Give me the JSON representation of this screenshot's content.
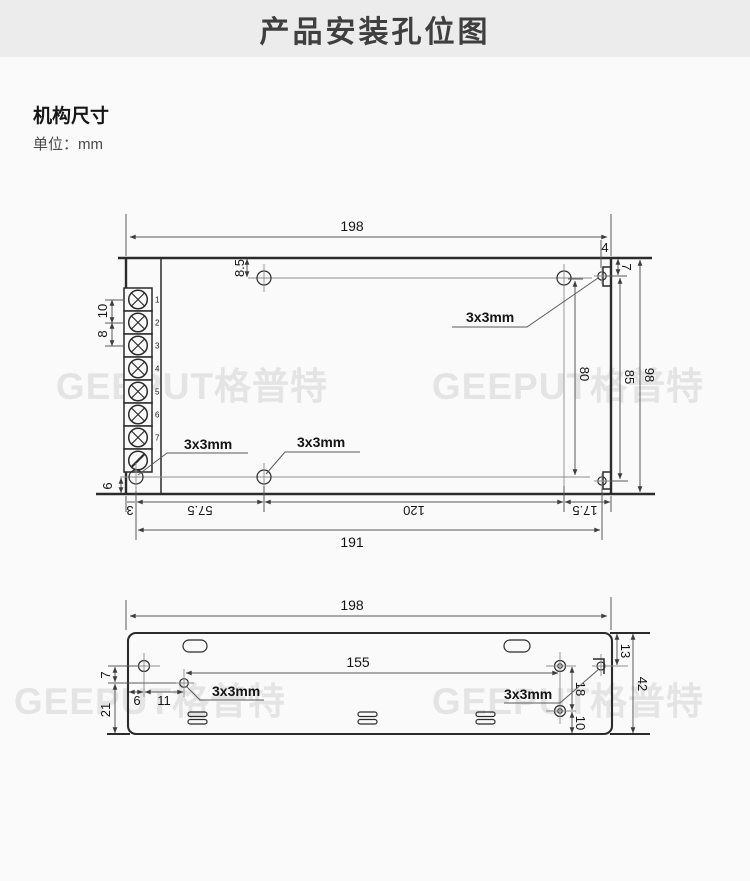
{
  "header": {
    "title": "产品安装孔位图"
  },
  "section": {
    "title": "机构尺寸",
    "unit": "单位：mm"
  },
  "watermark": "GEEPUT格普特",
  "hole_size_label": "3x3mm",
  "top_view": {
    "terminals": [
      "1",
      "2",
      "3",
      "4",
      "5",
      "6",
      "7"
    ],
    "dims": {
      "overall_width": "198",
      "notch_width": "4",
      "top_hole_offset": "8.5",
      "corner_hole_offset": "7",
      "terminal_pitch_a": "10",
      "terminal_pitch_b": "8",
      "right_hole_span": "80",
      "corner_hole_span": "85",
      "overall_height": "98",
      "bottom_hole_offset": "6",
      "edge_to_hole": "3",
      "hole_seg_a": "57.5",
      "hole_seg_b": "120",
      "hole_seg_c": "17.5",
      "hole_span_width": "191"
    }
  },
  "bottom_view": {
    "dims": {
      "overall_width": "198",
      "hole_span": "155",
      "corner_offset": "13",
      "overall_height": "42",
      "left_hole_pitch": "7",
      "left_edge_offset": "6",
      "left_hole_span": "11",
      "left_bottom_span": "21",
      "right_hole_pitch": "18",
      "right_bottom_offset": "10"
    }
  }
}
